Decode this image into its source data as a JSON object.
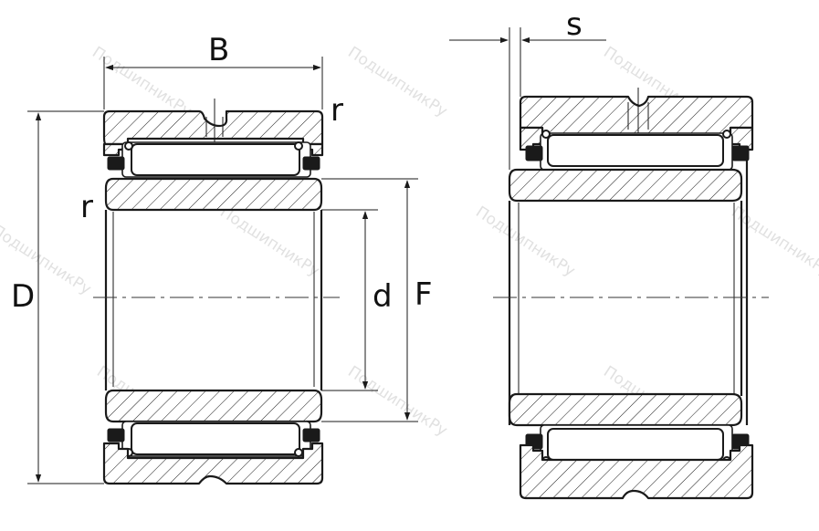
{
  "dimension_labels": {
    "B": "B",
    "r_top": "r",
    "r_left": "r",
    "D": "D",
    "d": "d",
    "F": "F",
    "s": "s"
  },
  "watermark": "ПодшипникРу"
}
